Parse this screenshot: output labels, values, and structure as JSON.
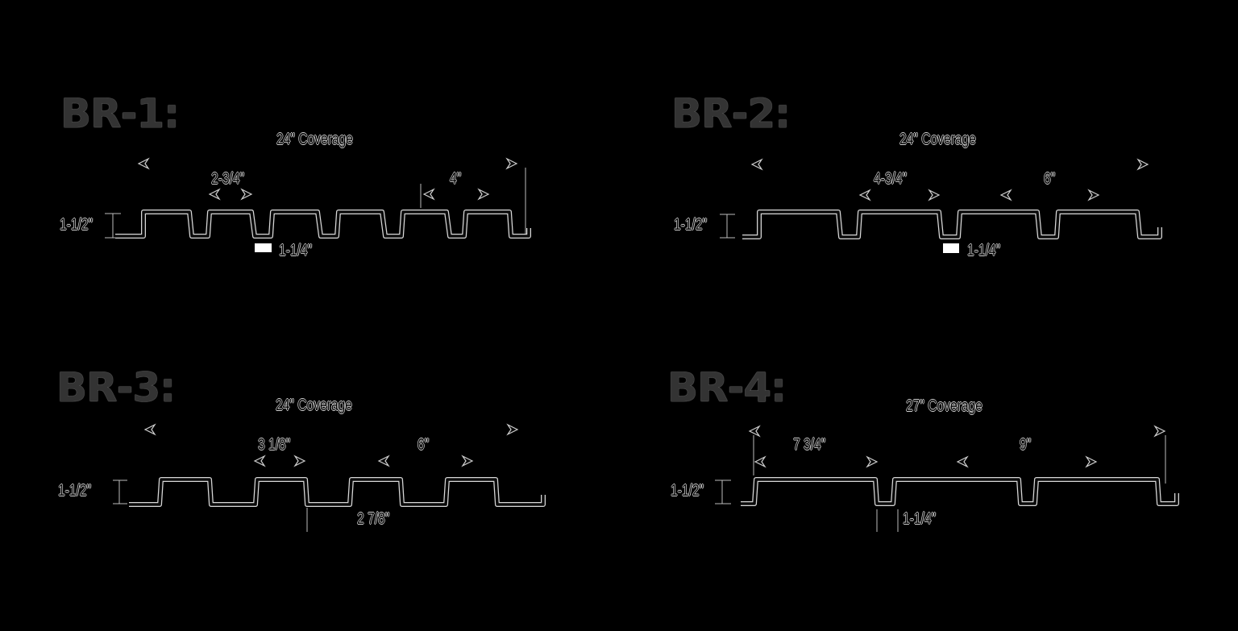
{
  "panels": [
    {
      "id": "br1",
      "title": "BR-1:",
      "coverage": "24\" Coverage",
      "height_label": "1-1/2\"",
      "rib_top_label": "2-3/4\"",
      "rib_spacing_label": "4\"",
      "bottom_label": "1-1/4\""
    },
    {
      "id": "br2",
      "title": "BR-2:",
      "coverage": "24\" Coverage",
      "height_label": "1-1/2\"",
      "rib_top_label": "4-3/4\"",
      "rib_spacing_label": "6\"",
      "bottom_label": "1-1/4\""
    },
    {
      "id": "br3",
      "title": "BR-3:",
      "coverage": "24\" Coverage",
      "height_label": "1-1/2\"",
      "rib_top_label": "3 1/8\"",
      "rib_spacing_label": "6\"",
      "bottom_label": "2 7/8\""
    },
    {
      "id": "br4",
      "title": "BR-4:",
      "coverage": "27\" Coverage",
      "height_label": "1-1/2\"",
      "rib_top_label": "7 3/4\"",
      "rib_spacing_label": "9\"",
      "bottom_label": "1-1/4\""
    }
  ],
  "colors": {
    "background": "#000000",
    "title": "#333333",
    "outline": "#d8d8d8"
  }
}
